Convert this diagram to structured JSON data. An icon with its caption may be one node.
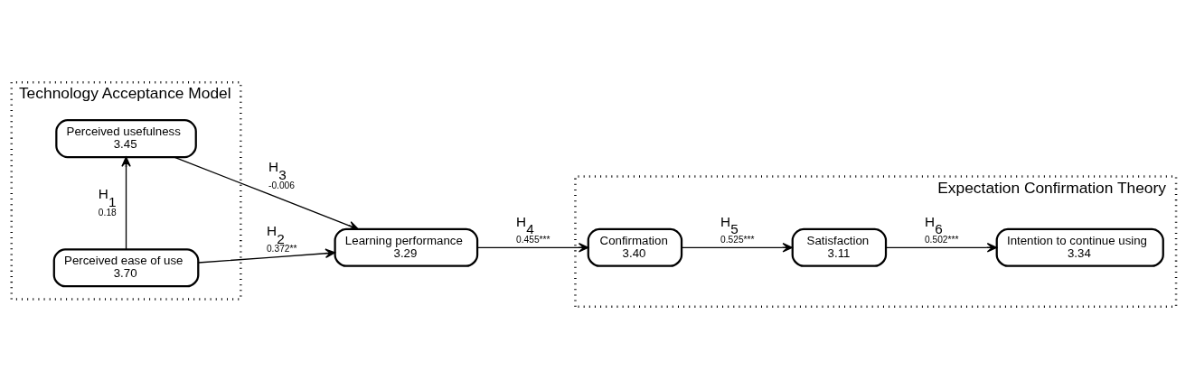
{
  "diagram": {
    "nodes": [
      {
        "text": [
          "Technology Acceptance Model"
        ]
      },
      {
        "text": [
          "Perceived usefulness",
          "3.45"
        ],
        "in": 0
      },
      {
        "text": [
          "Perceived ease of use",
          "3.70"
        ],
        "in": 0
      },
      {
        "text": [
          "Expectation Confirmation Theory"
        ]
      },
      {
        "text": [
          "Learning performance",
          "3.29"
        ]
      },
      {
        "text": [
          "Confirmation",
          "3.40"
        ],
        "in": 3
      },
      {
        "text": [
          "Satisfaction",
          "3.11"
        ],
        "in": 3
      },
      {
        "text": [
          "Intention to continue using",
          "3.34"
        ],
        "in": 3
      }
    ],
    "edges": [
      {
        "from": 2,
        "to": 1,
        "arrow": "to",
        "label": "H$_{1}$ 0.18"
      },
      {
        "from": 2,
        "to": 4,
        "arrow": "to",
        "label": "H$_{2}$ 0.372**"
      },
      {
        "from": 1,
        "to": 4,
        "arrow": "to",
        "label": "H$_{3}$ -0.006"
      },
      {
        "from": 4,
        "to": 5,
        "arrow": "to",
        "label": "H$_{4}$ 0.455***"
      },
      {
        "from": 5,
        "to": 6,
        "arrow": "to",
        "label": "H$_{5}$ 0.525***"
      },
      {
        "from": 6,
        "to": 7,
        "arrow": "to",
        "label": "H$_{6}$ 0.502***"
      }
    ]
  }
}
